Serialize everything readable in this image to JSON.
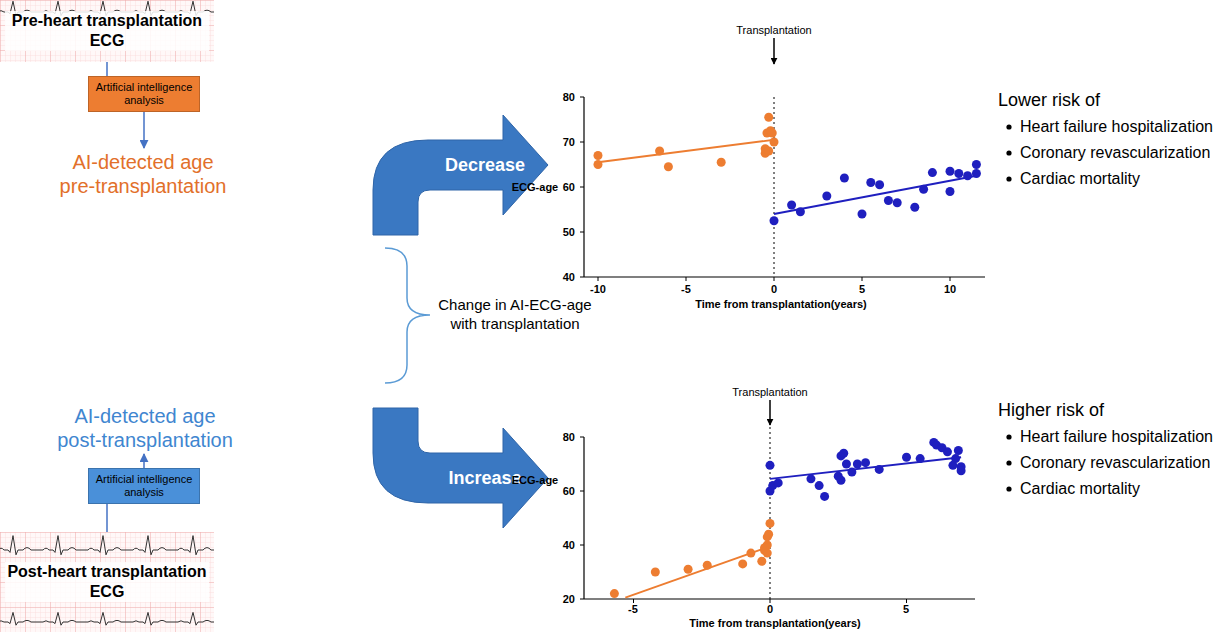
{
  "diagram": {
    "nodes": [
      {
        "text": [
          "Pre-heart transplantation ECG"
        ]
      },
      {
        "text": [
          "Artificial intelligence analysis"
        ]
      },
      {
        "text": [
          "AI-detected age pre-transplantation"
        ]
      },
      {
        "text": [
          "AI-detected age post-transplantation"
        ]
      },
      {
        "text": [
          "Artificial intelligence analysis"
        ]
      },
      {
        "text": [
          "Post-heart transplantation ECG"
        ]
      },
      {
        "text": [
          "Decrease"
        ]
      },
      {
        "text": [
          "Increase"
        ]
      }
    ],
    "edges": [
      {
        "from": 0,
        "to": 1,
        "arrow": "none"
      },
      {
        "from": 1,
        "to": 2,
        "arrow": "to"
      },
      {
        "from": 4,
        "to": 3,
        "arrow": "to"
      },
      {
        "from": 5,
        "to": 4,
        "arrow": "none"
      }
    ],
    "labels": [
      "Change in AI-ECG-age with transplantation",
      "Transplantation",
      "ECG-age",
      "80",
      "70",
      "60",
      "50",
      "40",
      "-10",
      "-5",
      "0",
      "5",
      "10",
      "Time from transplantation(years)",
      "Lower risk of",
      "Heart failure hospitalization",
      "Coronary revascularization",
      "Cardiac mortality",
      "Transplantation",
      "ECG-age",
      "80",
      "60",
      "40",
      "20",
      "-5",
      "0",
      "5",
      "Time from transplantation(years)",
      "Higher risk of",
      "Heart failure hospitalization",
      "Coronary revascularization",
      "Cardiac mortality"
    ]
  }
}
